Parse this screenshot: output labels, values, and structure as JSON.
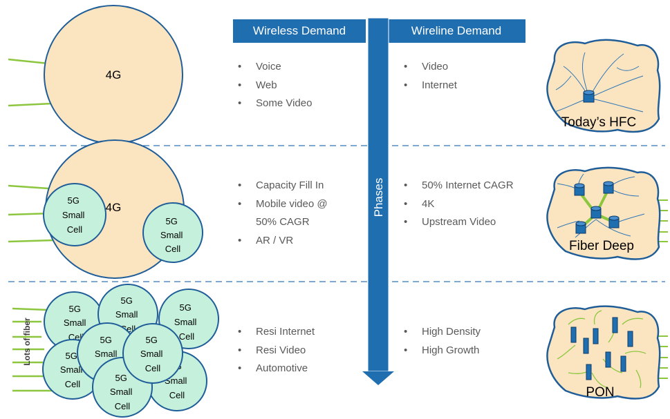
{
  "headers": {
    "wireless": "Wireless Demand",
    "wireline": "Wireline Demand"
  },
  "arrow_label": "Phases",
  "phases": [
    {
      "circle_label": "4G",
      "wireless": [
        "Voice",
        "Web",
        "Some Video"
      ],
      "wireline": [
        "Video",
        "Internet"
      ],
      "network_label": "Today’s HFC"
    },
    {
      "circle_label": "4G",
      "small_cell_label": [
        "5G",
        "Small",
        "Cell"
      ],
      "wireless": [
        "Capacity Fill In",
        "Mobile video @",
        "50% CAGR",
        "AR / VR"
      ],
      "wireline": [
        "50% Internet CAGR",
        "4K",
        "Upstream Video"
      ],
      "network_label": "Fiber Deep"
    },
    {
      "fiber_label": "Lots of fiber",
      "small_cell_label": [
        "5G",
        "Small",
        "Cell"
      ],
      "wireless": [
        "Resi Internet",
        "Resi Video",
        "Automotive"
      ],
      "wireline": [
        "High Density",
        "High Growth"
      ],
      "network_label": "PON"
    }
  ],
  "colors": {
    "header_blue": "#1f6eb0",
    "circle_fill": "#fbe5c0",
    "small_cell_fill": "#c5f0dc",
    "outline": "#1f5d99",
    "fiber_green": "#8cc63f",
    "divider": "#2e75b6",
    "text_gray": "#595959"
  }
}
